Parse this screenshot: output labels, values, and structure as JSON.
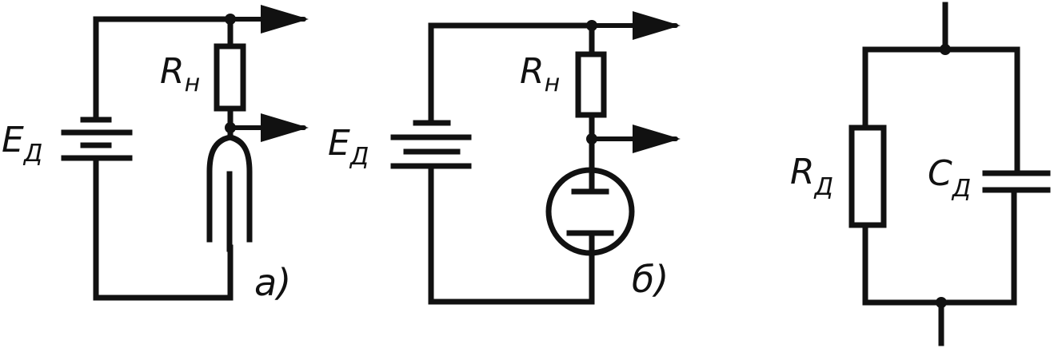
{
  "circuit_a": {
    "source": {
      "main": "E",
      "sub": "Д"
    },
    "load": {
      "main": "R",
      "sub": "н"
    },
    "caption": "a)"
  },
  "circuit_b": {
    "source": {
      "main": "E",
      "sub": "Д"
    },
    "load": {
      "main": "R",
      "sub": "н"
    },
    "caption": "б)"
  },
  "equivalent": {
    "resistor": {
      "main": "R",
      "sub": "Д"
    },
    "capacitor": {
      "main": "C",
      "sub": "Д"
    }
  }
}
